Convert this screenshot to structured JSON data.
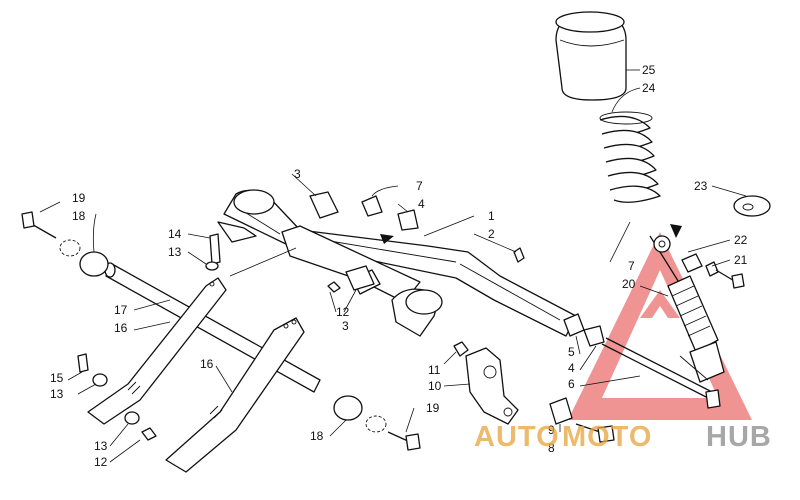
{
  "callouts": {
    "c1": "1",
    "c2": "2",
    "c3a": "3",
    "c3b": "3",
    "c4a": "4",
    "c4b": "4",
    "c5": "5",
    "c6": "6",
    "c7a": "7",
    "c7b": "7",
    "c8": "8",
    "c9": "9",
    "c10": "10",
    "c11": "11",
    "c12a": "12",
    "c12b": "12",
    "c13a": "13",
    "c13b": "13",
    "c13c": "13",
    "c14": "14",
    "c15": "15",
    "c16a": "16",
    "c16b": "16",
    "c17": "17",
    "c18a": "18",
    "c18b": "18",
    "c19a": "19",
    "c19b": "19",
    "c20": "20",
    "c21": "21",
    "c22": "22",
    "c23": "23",
    "c24": "24",
    "c25": "25"
  },
  "watermark": {
    "word1": "AUTO",
    "word2": "MOTO",
    "word3": "HUB",
    "color_primary": "#e8a33a",
    "color_accent": "#e23b3b",
    "color_dark": "#8a8a8a"
  }
}
